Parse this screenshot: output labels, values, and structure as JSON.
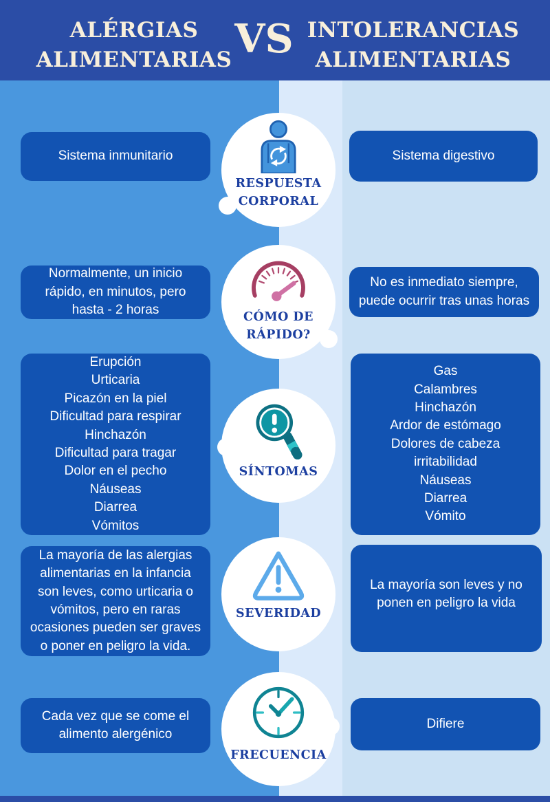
{
  "header": {
    "left_title": "ALÉRGIAS\nALIMENTARIAS",
    "vs": "VS",
    "right_title": "INTOLERANCIAS\nALIMENTARIAS"
  },
  "rows": [
    {
      "topic": "RESPUESTA\nCORPORAL",
      "icon": "body-response-icon",
      "left": "Sistema inmunitario",
      "right": "Sistema digestivo"
    },
    {
      "topic": "CÓMO DE\nRÁPIDO?",
      "icon": "speedometer-icon",
      "left": "Normalmente, un inicio\nrápido, en minutos, pero\nhasta - 2 horas",
      "right": "No es inmediato siempre,\npuede ocurrir tras unas horas"
    },
    {
      "topic": "SÍNTOMAS",
      "icon": "magnifier-alert-icon",
      "left": [
        "Erupción",
        "Urticaria",
        "Picazón en la piel",
        "Dificultad para respirar",
        "Hinchazón",
        "Dificultad para tragar",
        "Dolor en el pecho",
        "Náuseas",
        "Diarrea",
        "Vómitos"
      ],
      "right": [
        "Gas",
        "Calambres",
        "Hinchazón",
        "Ardor de estómago",
        "Dolores de cabeza",
        "irritabilidad",
        "Náuseas",
        "Diarrea",
        "Vómito"
      ]
    },
    {
      "topic": "SEVERIDAD",
      "icon": "warning-triangle-icon",
      "left": "La mayoría de las alergias\nalimentarias en la infancia\nson leves, como urticaria o\nvómitos, pero en raras\nocasiones pueden ser graves\no poner en peligro la vida.",
      "right": "La mayoría son leves y no\nponen en peligro la vida"
    },
    {
      "topic": "FRECUENCIA",
      "icon": "clock-icon",
      "left": "Cada vez que se come el\nalimento alergénico",
      "right": "Difiere"
    }
  ],
  "colors": {
    "header_bg": "#2b4da6",
    "header_text": "#f8efdb",
    "left_column_bg": "#4a97de",
    "center_strip_bg": "#dbeafb",
    "right_column_bg": "#cbe1f4",
    "box_bg": "#1253b2",
    "box_text": "#ffffff",
    "circle_bg": "#ffffff",
    "circle_title_text": "#1c3fa0",
    "person_icon_blue": "#4394dc",
    "gauge_maroon": "#a63f63",
    "gauge_needle_pink": "#cf71a4",
    "teal_dark": "#0d6e80",
    "teal_light": "#2fc3c9",
    "warning_blue": "#5caaea"
  }
}
